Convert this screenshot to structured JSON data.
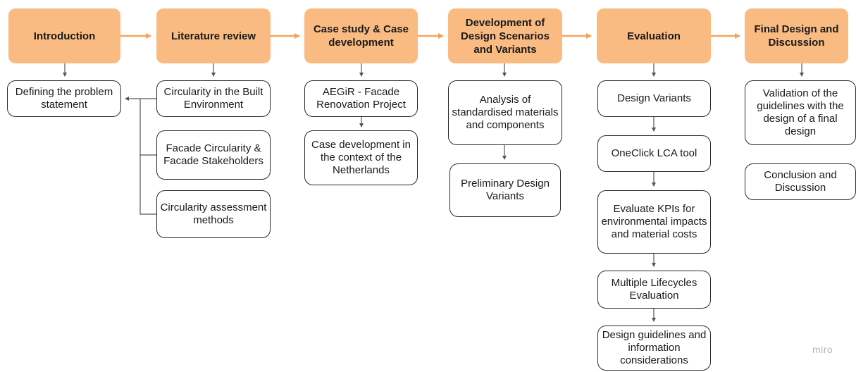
{
  "phases": [
    {
      "label": "Introduction"
    },
    {
      "label": "Literature review"
    },
    {
      "label": "Case study & Case development"
    },
    {
      "label": "Development of Design Scenarios and Variants"
    },
    {
      "label": "Evaluation"
    },
    {
      "label": "Final Design and Discussion"
    }
  ],
  "introduction": {
    "steps": [
      {
        "label": "Defining the problem statement"
      }
    ]
  },
  "literature_review": {
    "steps": [
      {
        "label": "Circularity in the Built Environment"
      },
      {
        "label": "Facade Circularity & Facade Stakeholders"
      },
      {
        "label": "Circularity assessment methods"
      }
    ]
  },
  "case_study": {
    "steps": [
      {
        "label": "AEGiR - Facade Renovation Project"
      },
      {
        "label": "Case development in the context of the Netherlands"
      }
    ]
  },
  "design_development": {
    "steps": [
      {
        "label": "Analysis of standardised materials and components"
      },
      {
        "label": "Preliminary Design Variants"
      }
    ]
  },
  "evaluation": {
    "steps": [
      {
        "label": "Design Variants"
      },
      {
        "label": "OneClick LCA tool"
      },
      {
        "label": "Evaluate KPIs for environmental impacts and material costs"
      },
      {
        "label": "Multiple Lifecycles Evaluation"
      },
      {
        "label": "Design guidelines and information considerations"
      }
    ]
  },
  "final_design": {
    "steps": [
      {
        "label": "Validation of the guidelines with the design of a final design"
      },
      {
        "label": "Conclusion and Discussion"
      }
    ]
  },
  "watermark": "miro",
  "colors": {
    "phase_fill": "#f9bb82",
    "arrow_orange": "#f5a35c",
    "connector": "#555555"
  }
}
